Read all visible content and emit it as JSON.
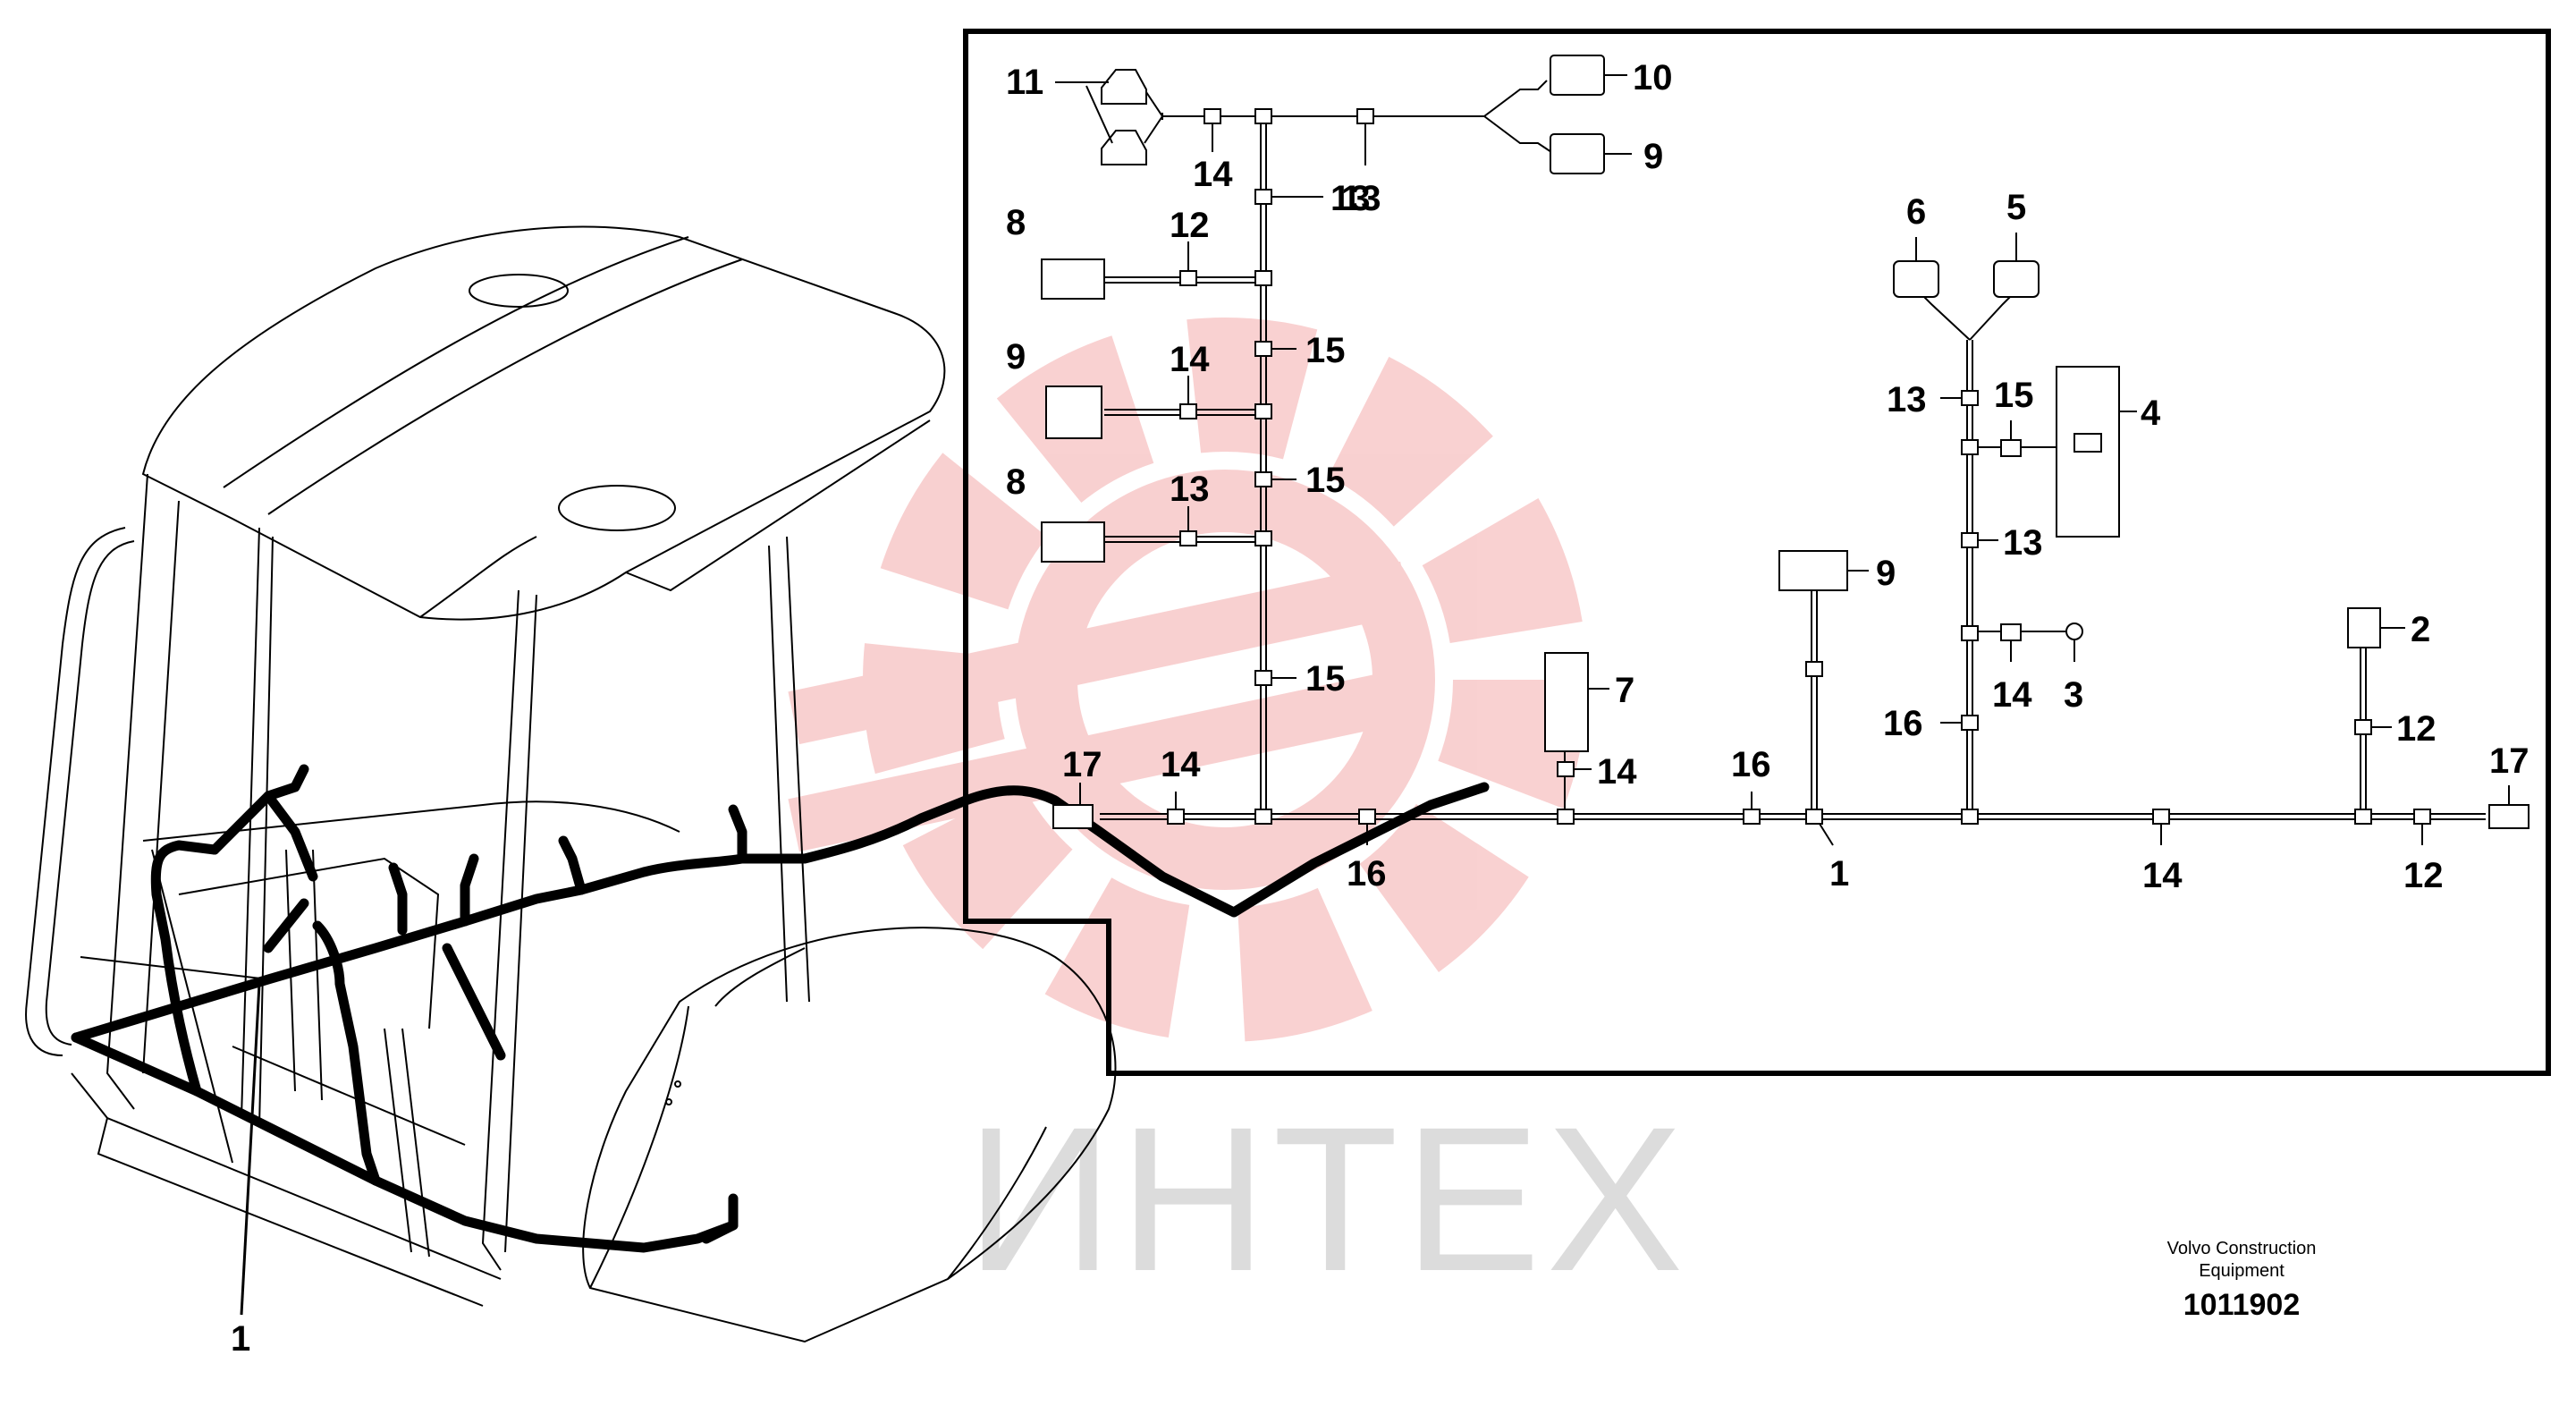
{
  "watermark": {
    "text": "ИНТЕХ",
    "logo_color": "#e85a5a"
  },
  "footer": {
    "manufacturer": "Volvo Construction Equipment",
    "drawing_number": "1011902"
  },
  "cab_view": {
    "harness_callout": "1"
  },
  "detail_callouts": {
    "c11": "11",
    "c14a": "14",
    "c13a": "13",
    "c10": "10",
    "c9a": "9",
    "c13b": "13",
    "c8a": "8",
    "c12a": "12",
    "c15a": "15",
    "c9b": "9",
    "c14b": "14",
    "c8b": "8",
    "c13c": "13",
    "c15b": "15",
    "c15c": "15",
    "c17a": "17",
    "c14c": "14",
    "c16a": "16",
    "c7": "7",
    "c14d": "14",
    "c16b": "16",
    "c9c": "9",
    "c1": "1",
    "c6": "6",
    "c5": "5",
    "c13d": "13",
    "c15d": "15",
    "c4": "4",
    "c13e": "13",
    "c14e": "14",
    "c3": "3",
    "c16c": "16",
    "c14f": "14",
    "c2": "2",
    "c12b": "12",
    "c17b": "17",
    "c12c": "12"
  }
}
